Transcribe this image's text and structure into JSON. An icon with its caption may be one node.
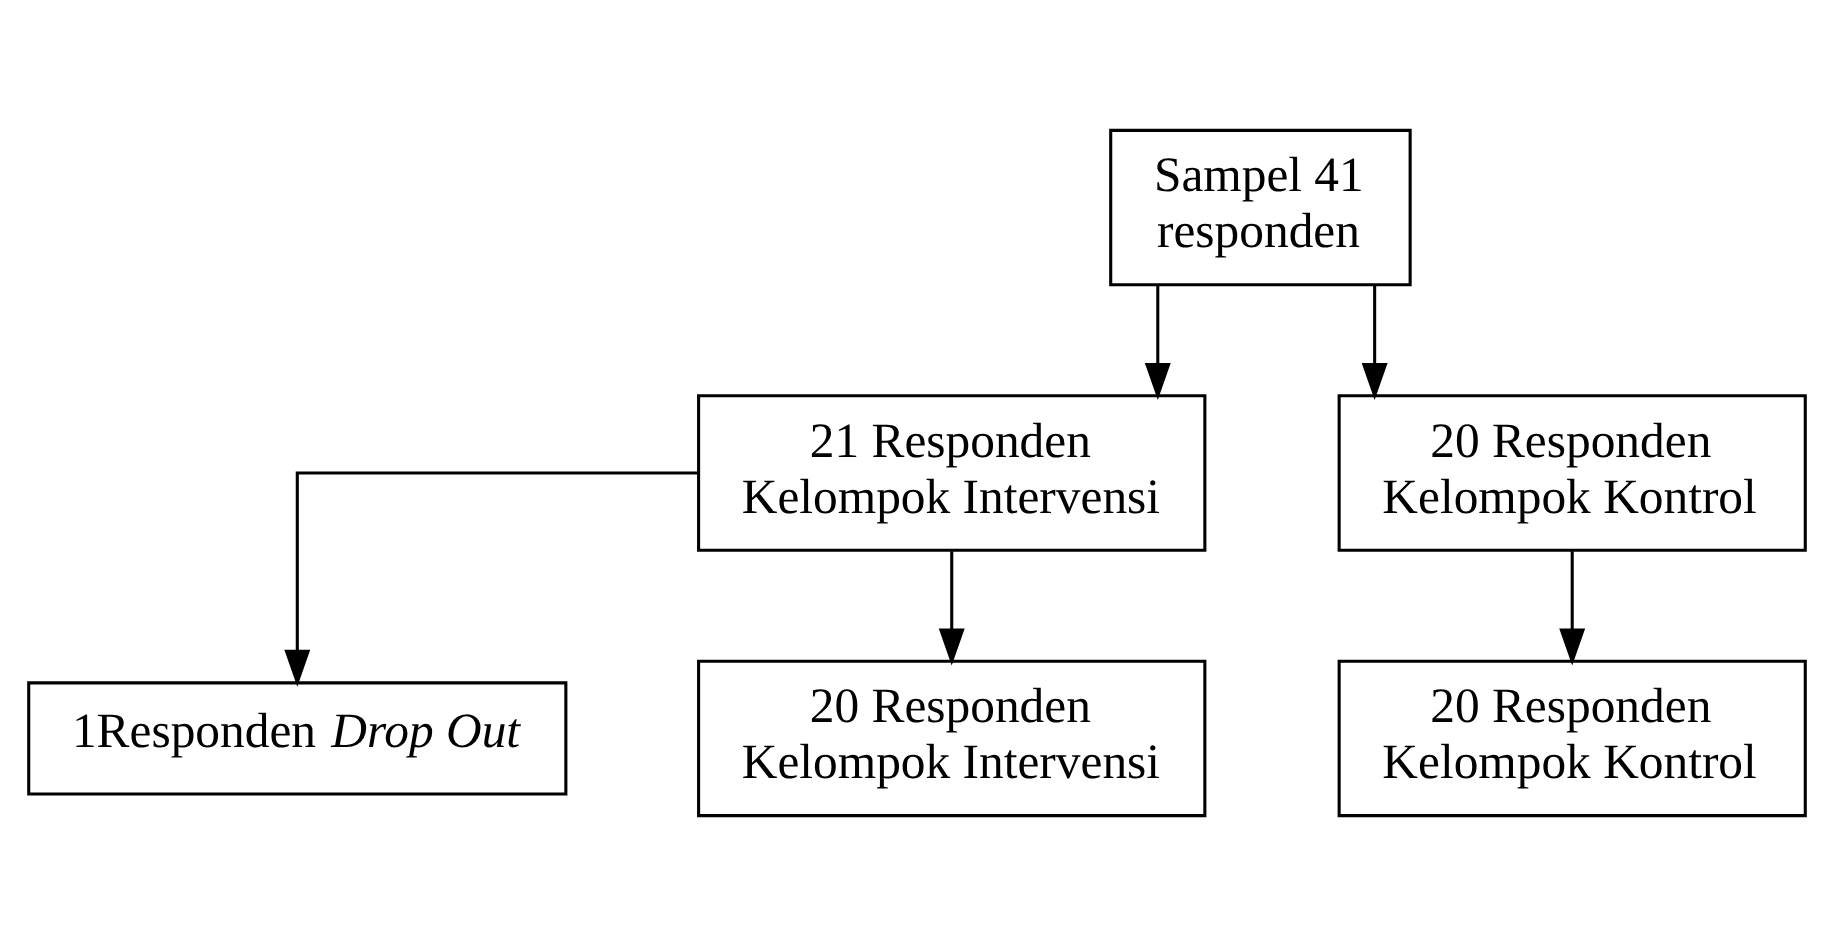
{
  "diagram": {
    "nodes": [
      {
        "text": [
          "Sampel 41 responden"
        ]
      },
      {
        "text": [
          "21 Responden Kelompok Intervensi"
        ]
      },
      {
        "text": [
          "20 Responden Kelompok Kontrol"
        ]
      },
      {
        "text": [
          "1Responden *Drop Out*"
        ]
      },
      {
        "text": [
          "20 Responden Kelompok Intervensi"
        ]
      },
      {
        "text": [
          "20 Responden Kelompok Kontrol"
        ]
      }
    ],
    "edges": [
      {
        "from": 0,
        "to": 1,
        "arrow": "to"
      },
      {
        "from": 0,
        "to": 2,
        "arrow": "to"
      },
      {
        "from": 1,
        "to": 3,
        "arrow": "to"
      },
      {
        "from": 1,
        "to": 4,
        "arrow": "to"
      },
      {
        "from": 2,
        "to": 5,
        "arrow": "to"
      }
    ]
  }
}
